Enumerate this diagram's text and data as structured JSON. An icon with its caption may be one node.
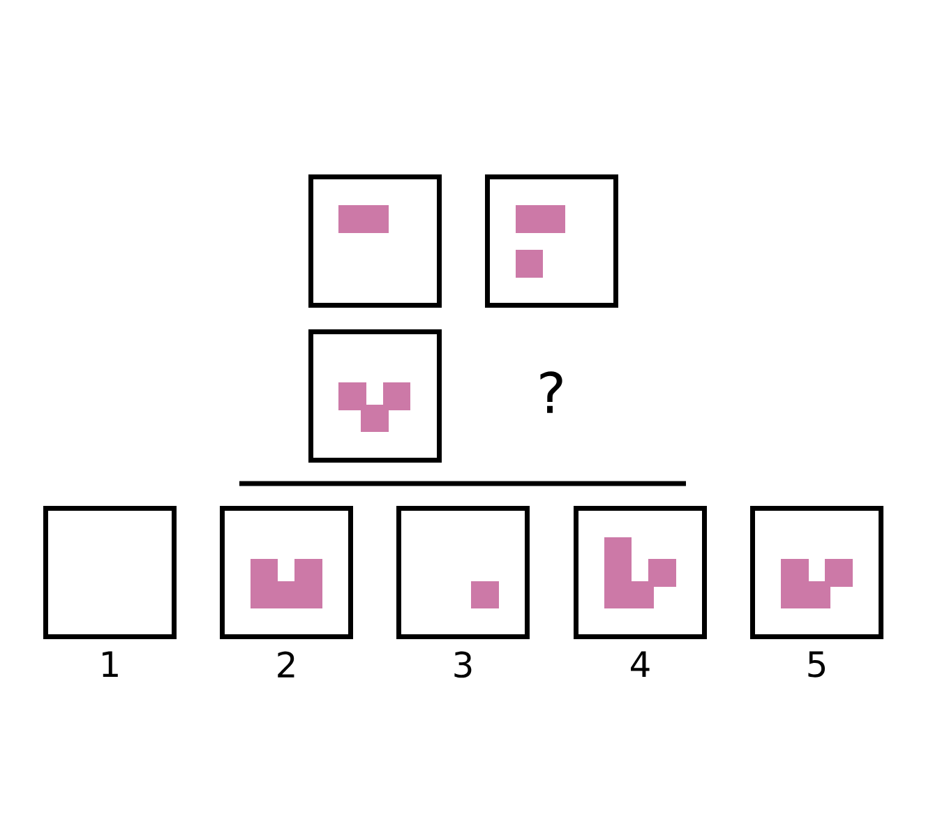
{
  "diagram": {
    "nodes": [
      {
        "text": [],
        "shape": "box"
      },
      {
        "text": [],
        "shape": "box"
      },
      {
        "text": [],
        "shape": "box"
      },
      {
        "text": [],
        "shape": "box",
        "beside": [
          "1"
        ]
      },
      {
        "text": [],
        "shape": "box",
        "beside": [
          "2"
        ]
      },
      {
        "text": [],
        "shape": "box",
        "beside": [
          "3"
        ]
      },
      {
        "text": [],
        "shape": "box",
        "beside": [
          "4"
        ]
      },
      {
        "text": [],
        "shape": "box",
        "beside": [
          "5"
        ]
      }
    ],
    "edges": [],
    "labels": [
      "?"
    ]
  }
}
